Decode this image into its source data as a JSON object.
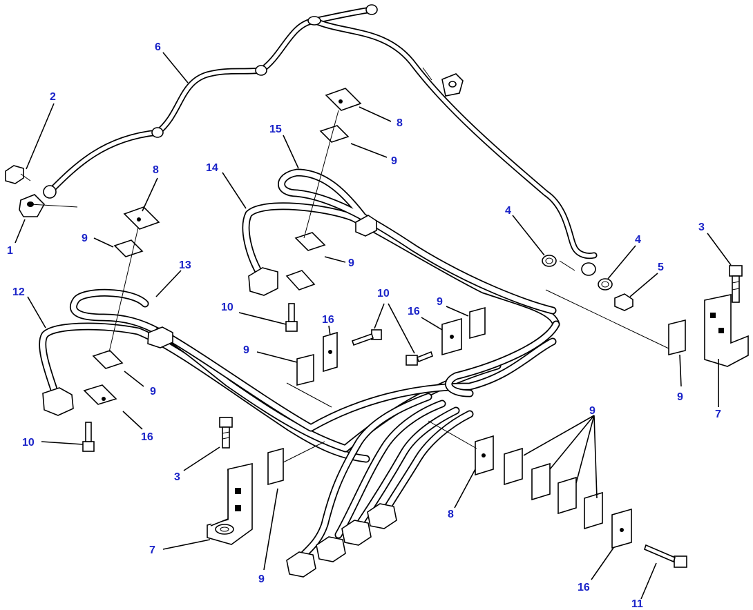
{
  "callouts": [
    {
      "id": "c-1",
      "label": "1"
    },
    {
      "id": "c-2",
      "label": "2"
    },
    {
      "id": "c-3a",
      "label": "3"
    },
    {
      "id": "c-3b",
      "label": "3"
    },
    {
      "id": "c-4a",
      "label": "4"
    },
    {
      "id": "c-4b",
      "label": "4"
    },
    {
      "id": "c-5",
      "label": "5"
    },
    {
      "id": "c-6",
      "label": "6"
    },
    {
      "id": "c-7a",
      "label": "7"
    },
    {
      "id": "c-7b",
      "label": "7"
    },
    {
      "id": "c-8a",
      "label": "8"
    },
    {
      "id": "c-8b",
      "label": "8"
    },
    {
      "id": "c-8c",
      "label": "8"
    },
    {
      "id": "c-9a",
      "label": "9"
    },
    {
      "id": "c-9b",
      "label": "9"
    },
    {
      "id": "c-9c",
      "label": "9"
    },
    {
      "id": "c-9d",
      "label": "9"
    },
    {
      "id": "c-9e",
      "label": "9"
    },
    {
      "id": "c-9f",
      "label": "9"
    },
    {
      "id": "c-9g",
      "label": "9"
    },
    {
      "id": "c-9h",
      "label": "9"
    },
    {
      "id": "c-9i",
      "label": "9"
    },
    {
      "id": "c-10a",
      "label": "10"
    },
    {
      "id": "c-10b",
      "label": "10"
    },
    {
      "id": "c-10c",
      "label": "10"
    },
    {
      "id": "c-11",
      "label": "11"
    },
    {
      "id": "c-12",
      "label": "12"
    },
    {
      "id": "c-13",
      "label": "13"
    },
    {
      "id": "c-14",
      "label": "14"
    },
    {
      "id": "c-15",
      "label": "15"
    },
    {
      "id": "c-16a",
      "label": "16"
    },
    {
      "id": "c-16b",
      "label": "16"
    },
    {
      "id": "c-16c",
      "label": "16"
    },
    {
      "id": "c-16d",
      "label": "16"
    }
  ],
  "colors": {
    "callout_text": "#1a23c8",
    "line_art": "#000000",
    "background": "#ffffff"
  }
}
